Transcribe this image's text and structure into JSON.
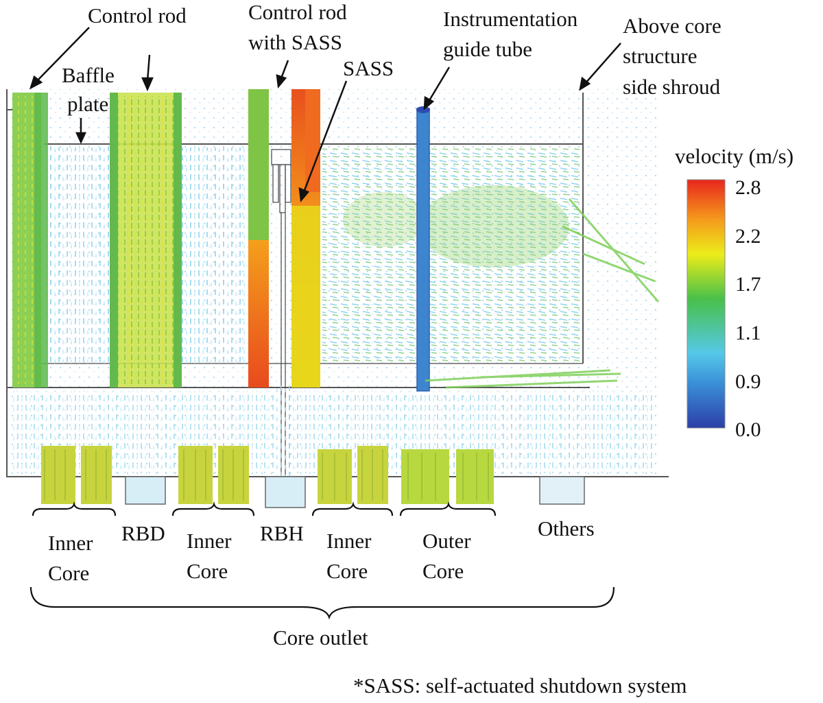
{
  "labels": {
    "control_rod_left": "Control rod",
    "control_rod_sass": [
      "Control rod",
      "with SASS"
    ],
    "sass": "SASS",
    "instrumentation": [
      "Instrumentation",
      "guide tube"
    ],
    "above_core": [
      "Above core",
      "structure",
      "side shroud"
    ],
    "baffle": [
      "Baffle",
      "plate"
    ]
  },
  "regions": {
    "inner_core_1": [
      "Inner",
      "Core"
    ],
    "rbd": "RBD",
    "inner_core_2": [
      "Inner",
      "Core"
    ],
    "rbh": "RBH",
    "inner_core_3": [
      "Inner",
      "Core"
    ],
    "outer_core": [
      "Outer",
      "Core"
    ],
    "others": "Others"
  },
  "core_outlet": "Core outlet",
  "footnote": "*SASS: self-actuated shutdown system",
  "colorbar": {
    "title": "velocity (m/s)",
    "ticks": [
      "2.8",
      "2.2",
      "1.7",
      "1.1",
      "0.9",
      "0.0"
    ],
    "colors": [
      "#e8261d",
      "#f59a1c",
      "#ecec1a",
      "#3fbf3f",
      "#43b5e8",
      "#2c4cb0"
    ]
  }
}
